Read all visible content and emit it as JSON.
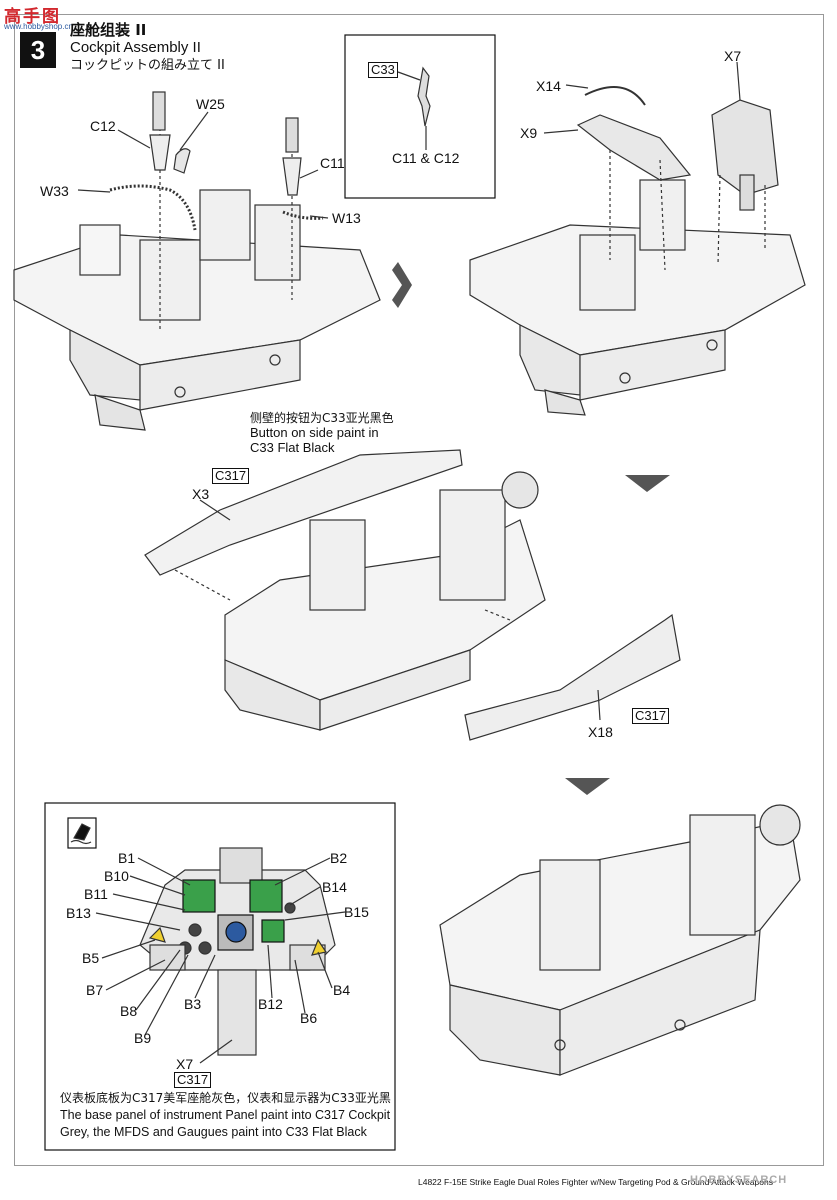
{
  "header": {
    "watermark_title": "高手图",
    "watermark_url": "www.hobbyshop.cn",
    "step_number": "3",
    "title_cn": "座舱组装 II",
    "title_en": "Cockpit Assembly II",
    "title_jp": "コックピットの組み立て II"
  },
  "step1": {
    "labels": [
      "C12",
      "W25",
      "C11",
      "W33",
      "W13"
    ]
  },
  "inset": {
    "paint_code": "C33",
    "parts": "C11 & C12"
  },
  "step2": {
    "labels": [
      "X14",
      "X7",
      "X9"
    ]
  },
  "step3": {
    "note_cn": "侧壁的按钮为C33亚光黑色",
    "note_en_1": "Button on side paint in",
    "note_en_2": "C33 Flat Black",
    "paint_top": "C317",
    "label_x3": "X3",
    "paint_bottom": "C317",
    "label_x18": "X18"
  },
  "panel": {
    "labels": [
      "B1",
      "B2",
      "B10",
      "B14",
      "B11",
      "B13",
      "B15",
      "B5",
      "B4",
      "B7",
      "B3",
      "B12",
      "B8",
      "B6",
      "B9"
    ],
    "part": "X7",
    "paint": "C317",
    "note_cn": "仪表板底板为C317美军座舱灰色，仪表和显示器为C33亚光黑",
    "note_en_1": "The base panel of instrument Panel paint into C317 Cockpit",
    "note_en_2": "Grey, the MFDS and Gaugues paint into C33 Flat Black"
  },
  "footer": {
    "model_title": "L4822  F-15E Strike Eagle Dual Roles Fighter w/New Targeting Pod & Ground Attack Weapons",
    "watermark": "HOBBYSEARCH"
  },
  "colors": {
    "ink": "#111111",
    "grey": "#6a6a6a",
    "screen_green": "#3aa04a",
    "watermark_red": "#d2282e",
    "watermark_blue": "#2c5aa0"
  }
}
